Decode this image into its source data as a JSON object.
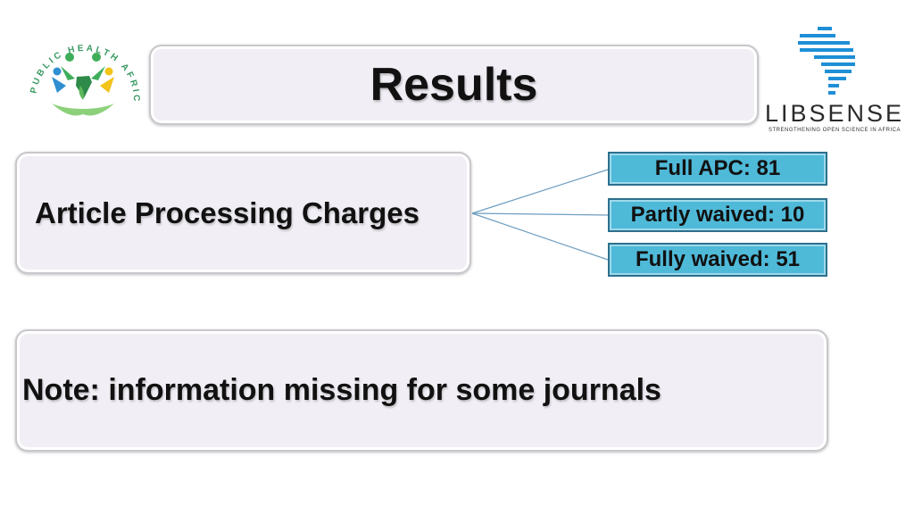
{
  "title": "Results",
  "main_node": "Article Processing Charges",
  "branches": [
    {
      "label": "Full APC: 81"
    },
    {
      "label": "Partly waived: 10"
    },
    {
      "label": "Fully waived: 51"
    }
  ],
  "note": "Note: information missing for some journals",
  "logos": {
    "left": {
      "arc_text": "PUBLIC HEALTH AFRICA",
      "icon": "public-health-africa-logo"
    },
    "right": {
      "wordmark": "LIBSENSE",
      "tagline": "STRENGTHENING OPEN SCIENCE IN AFRICA",
      "icon": "libsense-africa-map-logo"
    }
  },
  "colors": {
    "stat_fill": "#4fb9d8",
    "stat_border": "#2c6f8e",
    "panel_fill": "#f1eef5",
    "libsense_blue": "#1e8fd6"
  }
}
